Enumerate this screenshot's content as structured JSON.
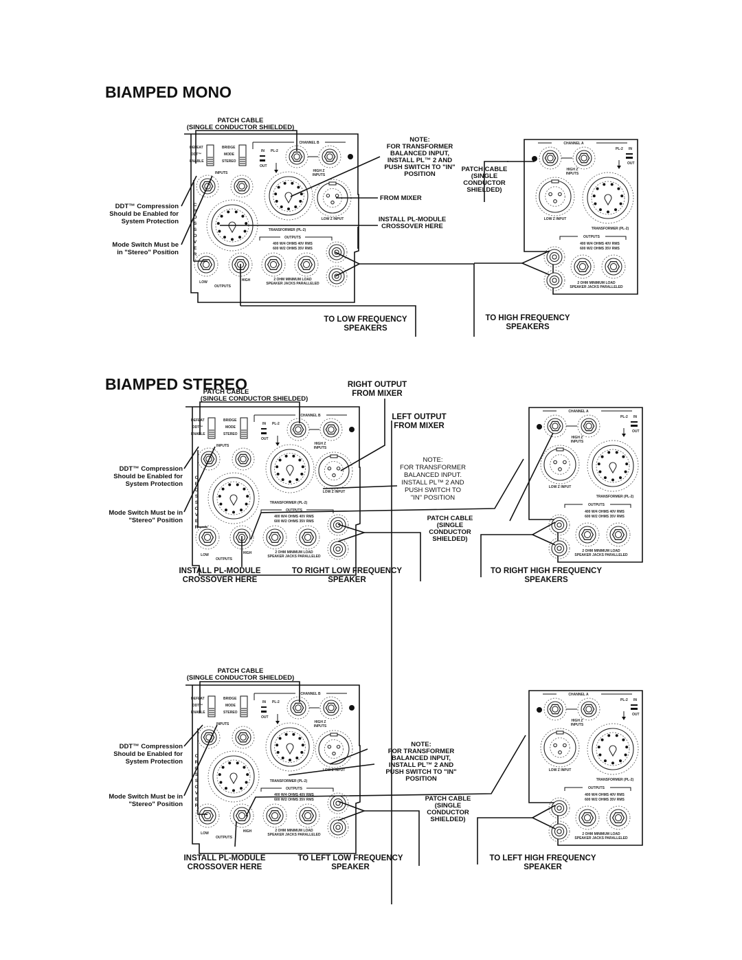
{
  "sections": [
    {
      "title": "BIAMPED MONO",
      "patch_cable_top": [
        "PATCH CABLE",
        "(SINGLE CONDUCTOR SHIELDED)"
      ],
      "left_callouts": {
        "ddt": [
          "DDT™ Compression",
          "Should be Enabled for",
          "System Protection"
        ],
        "mode": [
          "Mode Switch Must be",
          "in \"Stereo\" Position"
        ]
      },
      "middle_note": [
        "NOTE:",
        "FOR TRANSFORMER",
        "BALANCED INPUT,",
        "INSTALL PL™ 2 AND",
        "PUSH SWITCH TO \"IN\"",
        "POSITION"
      ],
      "from_mixer": "FROM MIXER",
      "install_crossover": [
        "INSTALL PL-MODULE",
        "CROSSOVER HERE"
      ],
      "patch_cable_right": [
        "PATCH CABLE",
        "(SINGLE",
        "CONDUCTOR",
        "SHIELDED)"
      ],
      "bottom_left_label": [
        "TO LOW FREQUENCY",
        "SPEAKERS"
      ],
      "bottom_right_label": [
        "TO HIGH FREQUENCY",
        "SPEAKERS"
      ]
    },
    {
      "title": "BIAMPED STEREO",
      "patch_cable_top": [
        "PATCH CABLE",
        "(SINGLE CONDUCTOR SHIELDED)"
      ],
      "right_output": [
        "RIGHT OUTPUT",
        "FROM MIXER"
      ],
      "left_output": [
        "LEFT OUTPUT",
        "FROM MIXER"
      ],
      "left_callouts": {
        "ddt": [
          "DDT™ Compression",
          "Should be Enabled for",
          "System Protection"
        ],
        "mode": [
          "Mode Switch Must be in",
          "\"Stereo\" Position"
        ]
      },
      "middle_note": [
        "NOTE:",
        "FOR TRANSFORMER",
        "BALANCED INPUT.",
        "INSTALL PL™ 2 AND",
        "PUSH SWITCH TO",
        "\"IN\" POSITION"
      ],
      "patch_cable_right": [
        "PATCH CABLE",
        "(SINGLE",
        "CONDUCTOR",
        "SHIELDED)"
      ],
      "install_crossover": [
        "INSTALL PL-MODULE",
        "CROSSOVER HERE"
      ],
      "bottom_mid_label": [
        "TO RIGHT LOW FREQUENCY",
        "SPEAKER"
      ],
      "bottom_right_label": [
        "TO RIGHT HIGH FREQUENCY",
        "SPEAKERS"
      ]
    },
    {
      "title": "",
      "patch_cable_top": [
        "PATCH CABLE",
        "(SINGLE CONDUCTOR SHIELDED)"
      ],
      "left_callouts": {
        "ddt": [
          "DDT™ Compression",
          "Should be Enabled for",
          "System Protection"
        ],
        "mode": [
          "Mode Switch Must be in",
          "\"Stereo\" Position"
        ]
      },
      "middle_note": [
        "NOTE:",
        "FOR TRANSFORMER",
        "BALANCED INPUT,",
        "INSTALL PL™ 2 AND",
        "PUSH SWITCH TO \"IN\"",
        "POSITION"
      ],
      "patch_cable_right": [
        "PATCH CABLE",
        "(SINGLE",
        "CONDUCTOR",
        "SHIELDED)"
      ],
      "install_crossover": [
        "INSTALL PL-MODULE",
        "CROSSOVER HERE"
      ],
      "bottom_mid_label": [
        "TO LEFT LOW FREQUENCY",
        "SPEAKER"
      ],
      "bottom_right_label": [
        "TO LEFT HIGH FREQUENCY",
        "SPEAKER"
      ]
    }
  ],
  "panel_b": {
    "channel": "CHANNEL B",
    "ddt_switch": [
      "DEFEAT",
      "DDT™",
      "ENABLE"
    ],
    "mode_switch": [
      "BRIDGE",
      "MODE",
      "STEREO"
    ],
    "pl2_in": "IN",
    "pl2_label": "PL-2",
    "pl2_out": "OUT",
    "inputs": "INPUTS",
    "high_z": [
      "HIGH Z",
      "INPUTS"
    ],
    "low_z": "LOW Z INPUT",
    "transformer": "TRANSFORMER (PL-2)",
    "outputs": "OUTPUTS",
    "ratings": [
      "400 W/4 OHMS 40V RMS",
      "600 W/2 OHMS 35V RMS"
    ],
    "min_load": [
      "2 OHM MINIMUM LOAD",
      "SPEAKER JACKS PARALLELED"
    ],
    "crossover_vertical": "CROSSOVER",
    "low": "LOW",
    "high": "HIGH",
    "outputs_bottom": "OUTPUTS"
  },
  "panel_a": {
    "channel": "CHANNEL A",
    "pl2_label": "PL-2",
    "pl2_in": "IN",
    "pl2_out": "OUT",
    "high_z": [
      "HIGH Z",
      "INPUTS"
    ],
    "low_z": "LOW Z INPUT",
    "transformer": "TRANSFORMER (PL-2)",
    "outputs": "OUTPUTS",
    "ratings": [
      "400 W/4 OHMS 40V RMS",
      "600 W/2 OHMS 35V RMS"
    ],
    "min_load": [
      "2 OHM MINIMUM LOAD",
      "SPEAKER JACKS PARALLELED"
    ]
  }
}
